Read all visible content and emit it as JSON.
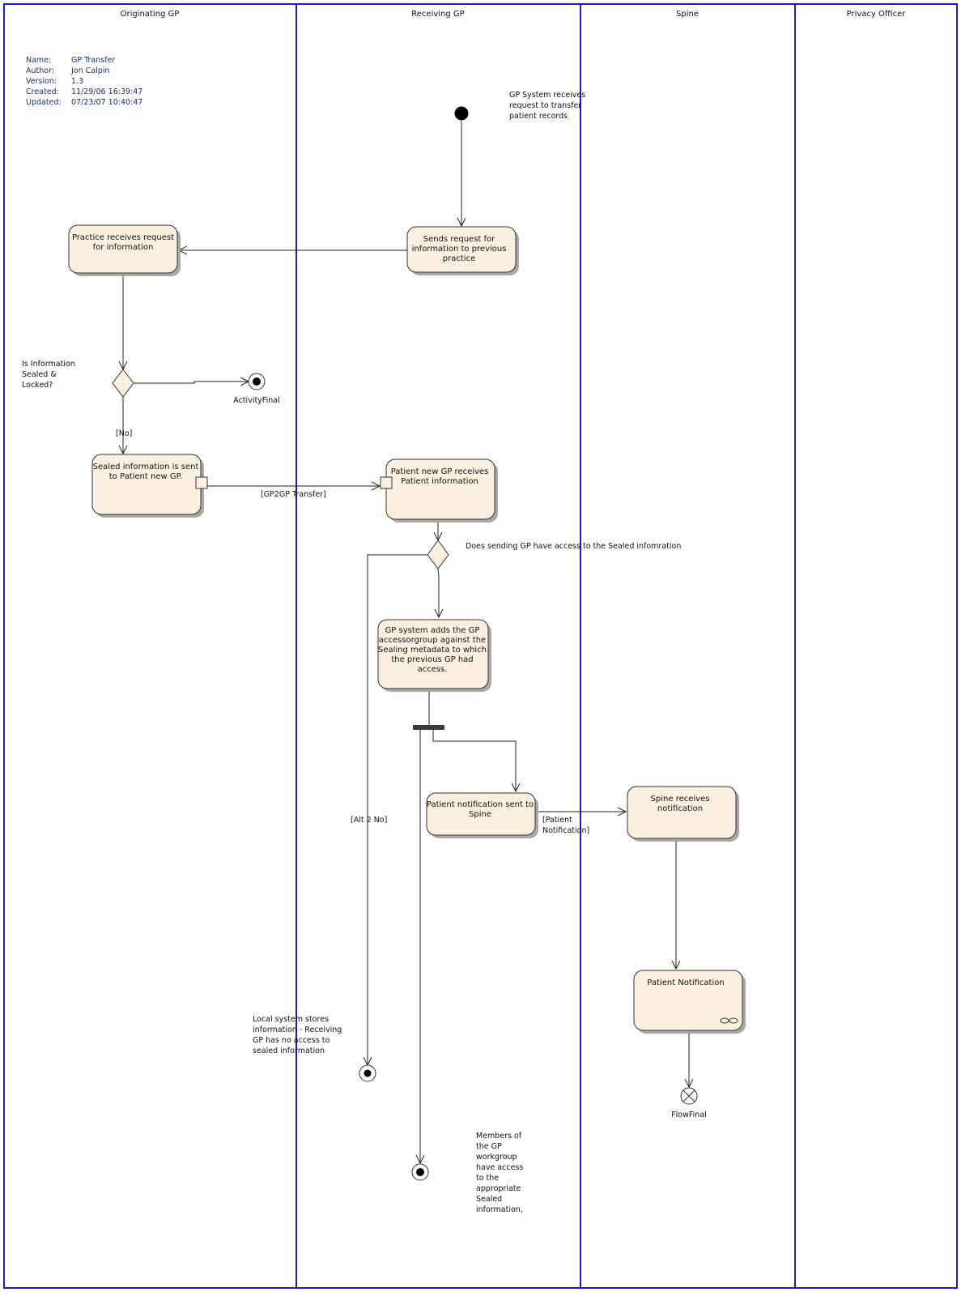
{
  "lanes": [
    "Originating GP",
    "Receiving GP",
    "Spine",
    "Privacy Officer"
  ],
  "metadata": {
    "labels": [
      "Name:",
      "Author:",
      "Version:",
      "Created:",
      "Updated:"
    ],
    "values": [
      "GP Transfer",
      "Jon Calpin",
      "1.3",
      "11/29/06 16:39:47",
      "07/23/07 10:40:47"
    ]
  },
  "notes": {
    "start_note": [
      "GP System receives",
      "request to transfer",
      "patient records"
    ],
    "decision1_note": [
      "Is Information",
      "Sealed &",
      "Locked?"
    ],
    "decision2_note": "Does sending GP have access to the Sealed infomration",
    "local_note": [
      "Local system stores",
      "information - Receiving",
      "GP has no access to",
      "sealed information"
    ],
    "members_note": [
      "Members of",
      "the GP",
      "workgroup",
      "have access",
      "to the",
      "appropriate",
      "Sealed",
      "information,"
    ]
  },
  "activities": {
    "sends_request": [
      "Sends request for",
      "information to previous",
      "practice"
    ],
    "practice_receives": [
      "Practice receives request",
      "for information"
    ],
    "sealed_sent": [
      "Sealed information is sent",
      "to Patient new GP."
    ],
    "new_gp_receives": [
      "Patient new GP receives",
      "Patient information"
    ],
    "gp_adds": [
      "GP system adds the GP",
      "accessorgroup against the",
      "Sealing metadata to which",
      "the previous GP had",
      "access."
    ],
    "notification_sent": [
      "Patient notification sent to",
      "Spine"
    ],
    "spine_receives": [
      "Spine receives",
      "notification"
    ],
    "patient_notification": [
      "Patient Notification"
    ]
  },
  "labels": {
    "activity_final": "ActivityFinal",
    "flow_final": "FlowFinal",
    "guard_no": "[No]",
    "guard_gp2gp": "[GP2GP Transfer]",
    "guard_alt2": "[Alt 2 No]",
    "guard_patient_notification": [
      "[Patient",
      "Notification]"
    ]
  }
}
